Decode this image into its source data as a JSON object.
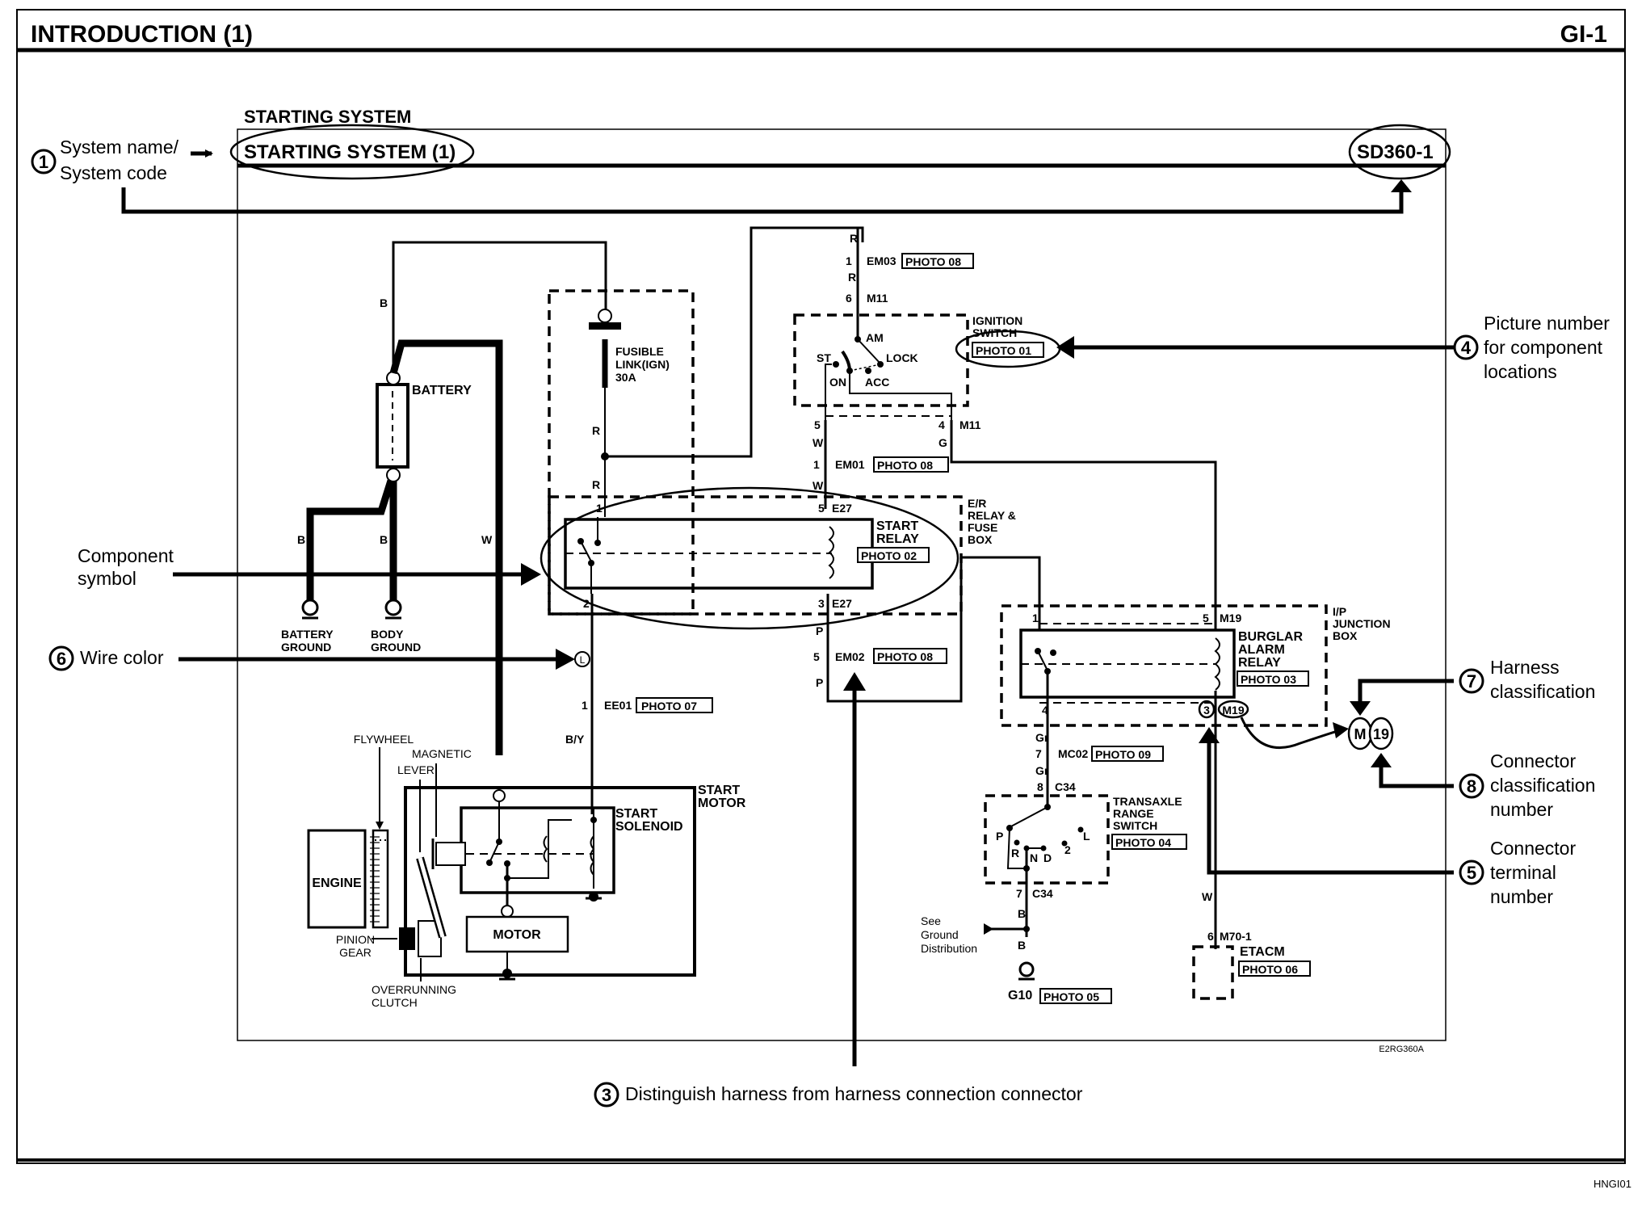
{
  "header": {
    "title": "INTRODUCTION (1)",
    "page_code": "GI-1"
  },
  "diagram": {
    "section_title": "STARTING SYSTEM",
    "system_name": "STARTING SYSTEM (1)",
    "system_code": "SD360-1",
    "image_code": "E2RG360A",
    "components": {
      "battery": "BATTERY",
      "battery_ground": [
        "BATTERY",
        "GROUND"
      ],
      "body_ground": [
        "BODY",
        "GROUND"
      ],
      "fusible_link": [
        "FUSIBLE",
        "LINK(IGN)",
        "30A"
      ],
      "start_relay": [
        "START",
        "RELAY"
      ],
      "start_relay_photo": "PHOTO 02",
      "er_box": [
        "E/R",
        "RELAY &",
        "FUSE",
        "BOX"
      ],
      "ignition_switch": [
        "IGNITION",
        "SWITCH"
      ],
      "ignition_photo": "PHOTO 01",
      "ign_positions": {
        "am": "AM",
        "lock": "LOCK",
        "st": "ST",
        "on": "ON",
        "acc": "ACC"
      },
      "burglar_relay": [
        "BURGLAR",
        "ALARM",
        "RELAY"
      ],
      "burglar_photo": "PHOTO 03",
      "ip_box": [
        "I/P",
        "JUNCTION",
        "BOX"
      ],
      "transaxle": [
        "TRANSAXLE",
        "RANGE",
        "SWITCH"
      ],
      "transaxle_photo": "PHOTO 04",
      "transaxle_positions": {
        "p": "P",
        "r": "R",
        "n": "N",
        "d": "D",
        "two": "2",
        "l": "L"
      },
      "etacm": "ETACM",
      "etacm_photo": "PHOTO 06",
      "ground_g10": "G10",
      "ground_g10_photo": "PHOTO 05",
      "see_ground": [
        "See",
        "Ground",
        "Distribution"
      ],
      "start_motor": [
        "START",
        "MOTOR"
      ],
      "start_solenoid": [
        "START",
        "SOLENOID"
      ],
      "motor": "MOTOR",
      "engine": "ENGINE",
      "flywheel": "FLYWHEEL",
      "magnetic": "MAGNETIC",
      "lever": "LEVER",
      "pinion_gear": [
        "PINION",
        "GEAR"
      ],
      "overrunning_clutch": [
        "OVERRUNNING",
        "CLUTCH"
      ]
    },
    "connectors": {
      "em03": {
        "pin": "1",
        "name": "EM03",
        "photo": "PHOTO 08"
      },
      "m11_top": {
        "pin": "6",
        "name": "M11"
      },
      "m11_5": {
        "pin": "5"
      },
      "m11_4": {
        "pin": "4",
        "name": "M11"
      },
      "em01": {
        "pin": "1",
        "name": "EM01",
        "photo": "PHOTO 08"
      },
      "e27_5": {
        "pin": "5",
        "name": "E27"
      },
      "e27_1": {
        "pin": "1"
      },
      "e27_2": {
        "pin": "2"
      },
      "e27_3": {
        "pin": "3",
        "name": "E27"
      },
      "em02": {
        "pin": "5",
        "name": "EM02",
        "photo": "PHOTO 08"
      },
      "ee01": {
        "pin": "1",
        "name": "EE01",
        "photo": "PHOTO 07"
      },
      "m19_1": {
        "pin": "1"
      },
      "m19_5": {
        "pin": "5",
        "name": "M19"
      },
      "m19_4": {
        "pin": "4"
      },
      "m19_3": {
        "pin": "3",
        "name": "M19"
      },
      "mc02": {
        "pin": "7",
        "name": "MC02",
        "photo": "PHOTO 09"
      },
      "c34_8": {
        "pin": "8",
        "name": "C34"
      },
      "c34_7": {
        "pin": "7",
        "name": "C34"
      },
      "m70": {
        "pin": "6",
        "name": "M70-1"
      }
    },
    "wire_colors": {
      "b": "B",
      "r": "R",
      "w": "W",
      "g": "G",
      "p": "P",
      "gr": "Gr",
      "by": "B/Y",
      "l": "L"
    }
  },
  "callouts": {
    "c1": {
      "num": "1",
      "lines": [
        "System name/",
        "System code"
      ]
    },
    "component_symbol": {
      "lines": [
        "Component",
        "symbol"
      ]
    },
    "c6": {
      "num": "6",
      "text": "Wire color"
    },
    "c3": {
      "num": "3",
      "text": "Distinguish harness from harness connection connector"
    },
    "c4": {
      "num": "4",
      "lines": [
        "Picture number",
        "for component",
        "locations"
      ]
    },
    "c7": {
      "num": "7",
      "lines": [
        "Harness",
        "classification"
      ]
    },
    "c8": {
      "num": "8",
      "lines": [
        "Connector",
        "classification",
        "number"
      ]
    },
    "c5": {
      "num": "5",
      "lines": [
        "Connector",
        "terminal",
        "number"
      ]
    },
    "m19_badge": {
      "harness": "M",
      "number": "19"
    }
  },
  "footer": {
    "code": "HNGI01"
  }
}
